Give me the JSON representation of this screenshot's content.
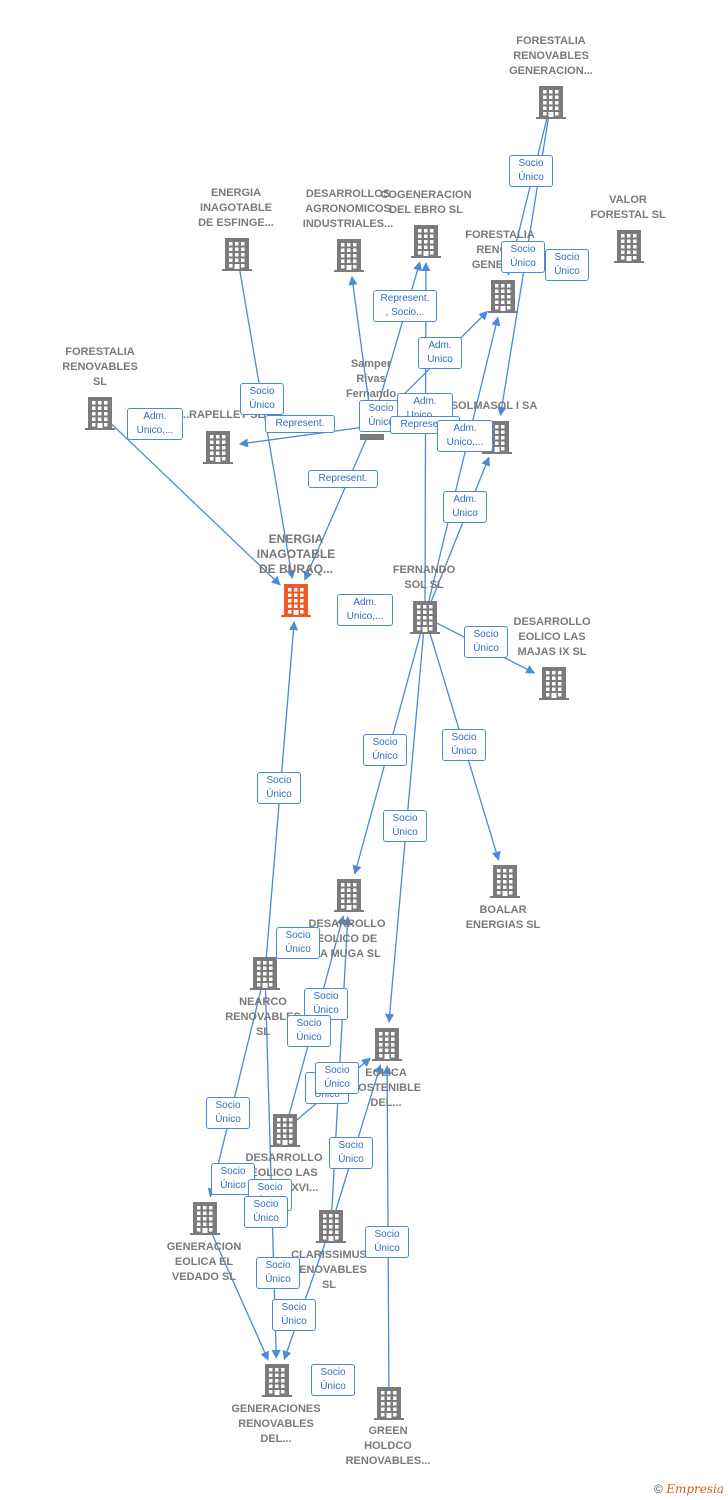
{
  "colors": {
    "edge": "#4a8ad8",
    "building": "#7b7b7b",
    "main_building": "#f05a28",
    "label": "#7a7a7a"
  },
  "nodes": [
    {
      "id": "energia_buraq",
      "label": "ENERGIA\nINAGOTABLE\nDE BURAQ...",
      "main": true
    },
    {
      "id": "forestalia_generacion_top",
      "label": "FORESTALIA\nRENOVABLES\nGENERACION..."
    },
    {
      "id": "energia_esfinge",
      "label": "ENERGIA\nINAGOTABLE\nDE ESFINGE..."
    },
    {
      "id": "desarrollos_agronomicos",
      "label": "DESARROLLOS\nAGRONOMICOS\nINDUSTRIALES..."
    },
    {
      "id": "cogeneracion_ebro",
      "label": "COGENERACION\nDEL EBRO  SL"
    },
    {
      "id": "forestalia_genera",
      "label": "FORESTALIA\nRENOV...\nGENERA..."
    },
    {
      "id": "valor_forestal",
      "label": "VALOR\nFORESTAL SL"
    },
    {
      "id": "forestalia_sl",
      "label": "FORESTALIA\nRENOVABLES\nSL"
    },
    {
      "id": "samper",
      "label": "Samper\nRivas\nFernando"
    },
    {
      "id": "rapellet",
      "label": "...RAPELLET SL"
    },
    {
      "id": "solmasol",
      "label": "SOLMASOL I SA"
    },
    {
      "id": "fernando_sol",
      "label": "FERNANDO\nSOL SL"
    },
    {
      "id": "majas_ix",
      "label": "DESARROLLO\nEOLICO LAS\nMAJAS IX  SL"
    },
    {
      "id": "muga",
      "label": "DESARROLLO\nEOLICO DE\nLA MUGA SL"
    },
    {
      "id": "boalar",
      "label": "BOALAR\nENERGIAS  SL"
    },
    {
      "id": "nearco",
      "label": "NEARCO\nRENOVABLES\nSL"
    },
    {
      "id": "eolica_sostenible",
      "label": "EOLICA\nSOSTENIBLE\nDEL..."
    },
    {
      "id": "majas_xvi",
      "label": "DESARROLLO\nEOLICO LAS\nMAJAS XVI..."
    },
    {
      "id": "vedado",
      "label": "GENERACION\nEOLICA EL\nVEDADO SL"
    },
    {
      "id": "clarissimus",
      "label": "CLARISSIMUS\nRENOVABLES\nSL"
    },
    {
      "id": "generaciones_del",
      "label": "GENERACIONES\nRENOVABLES\nDEL..."
    },
    {
      "id": "green_holdco",
      "label": "GREEN\nHOLDCO\nRENOVABLES..."
    }
  ],
  "edge_labels": [
    "Socio\nÚnico",
    "Socio\nÚnico",
    "Socio\nÚnico",
    "Represent.\n, Socio...",
    "Adm.\nUnico",
    "Socio\nÚnico",
    "Adm.\nUnico,...",
    "Represent.",
    "Socio\nÚnico",
    "Adm.\nUnico,...",
    "Represent.",
    "Adm.\nUnico,...",
    "Represent.",
    "Adm.\nUnico",
    "Adm.\nUnico,...",
    "Socio\nÚnico",
    "Socio\nÚnico",
    "Socio\nÚnico",
    "Socio\nÚnico",
    "Socio\nÚnico",
    "Socio\nÚnico",
    "Socio\nÚnico",
    "Socio\nÚnico",
    "Socio\nÚnico",
    "Socio\nÚnico",
    "Socio\nÚnico",
    "Socio\nÚnico",
    "Socio\nÚnico",
    "Socio\nÚnico",
    "Socio\nÚnico",
    "Socio\nÚnico",
    "Socio\nÚnico",
    "Socio\nÚnico",
    "Socio\nÚnico"
  ],
  "footer": {
    "copyright": "©",
    "brand": "Empresia"
  }
}
